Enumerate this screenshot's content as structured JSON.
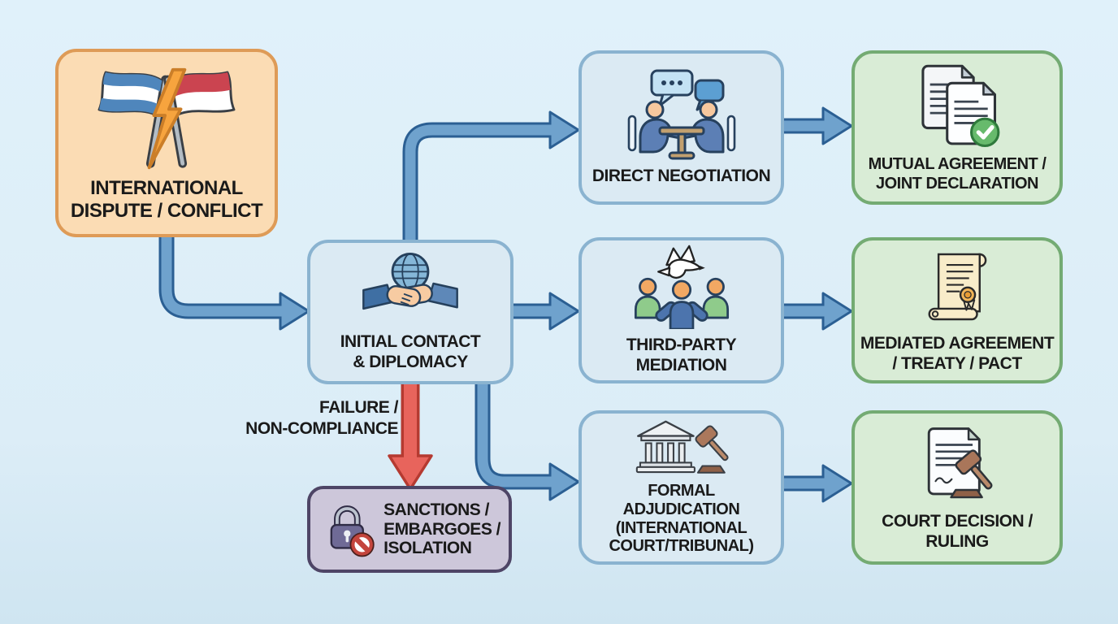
{
  "diagram_type": "flowchart",
  "colors": {
    "background": "#DCEDF7",
    "arrow_blue_fill": "#6FA2CD",
    "arrow_blue_outline": "#2B5F93",
    "arrow_red_fill": "#E8645C",
    "arrow_red_outline": "#B53A31",
    "dispute_fill": "#FBDCB4",
    "dispute_border": "#DE9B57",
    "process_fill": "#DBEAF3",
    "process_border": "#8AB3D0",
    "outcome_fill": "#D9ECD6",
    "outcome_border": "#74AB73",
    "sanctions_fill": "#CDC7DA",
    "sanctions_border": "#4E4566",
    "text": "#1A1A1A"
  },
  "nodes": {
    "dispute": {
      "icon": "conflict-flags-icon",
      "lines": [
        "INTERNATIONAL",
        "DISPUTE / CONFLICT"
      ]
    },
    "initial": {
      "icon": "handshake-globe-icon",
      "lines": [
        "INITIAL CONTACT",
        "& DIPLOMACY"
      ]
    },
    "negotiation": {
      "icon": "negotiation-table-icon",
      "lines": [
        "DIRECT NEGOTIATION"
      ]
    },
    "mediation": {
      "icon": "mediation-dove-icon",
      "lines": [
        "THIRD-PARTY",
        "MEDIATION"
      ]
    },
    "adjudication": {
      "icon": "court-building-gavel-icon",
      "lines": [
        "FORMAL",
        "ADJUDICATION",
        "(INTERNATIONAL",
        "COURT/TRIBUNAL)"
      ]
    },
    "mutual": {
      "icon": "documents-check-icon",
      "lines": [
        "MUTUAL AGREEMENT /",
        "JOINT DECLARATION"
      ]
    },
    "mediated": {
      "icon": "treaty-scroll-icon",
      "lines": [
        "MEDIATED AGREEMENT",
        "/ TREATY / PACT"
      ]
    },
    "court": {
      "icon": "ruling-document-gavel-icon",
      "lines": [
        "COURT DECISION /",
        "RULING"
      ]
    },
    "sanctions": {
      "icon": "lock-ban-icon",
      "lines": [
        "SANCTIONS /",
        "EMBARGOES /",
        "ISOLATION"
      ]
    }
  },
  "edge_labels": {
    "failure": {
      "lines": [
        "FAILURE /",
        "NON-COMPLIANCE"
      ]
    }
  },
  "edges": [
    {
      "from": "dispute",
      "to": "initial",
      "style": "blue"
    },
    {
      "from": "initial",
      "to": "negotiation",
      "style": "blue"
    },
    {
      "from": "initial",
      "to": "mediation",
      "style": "blue"
    },
    {
      "from": "initial",
      "to": "adjudication",
      "style": "blue"
    },
    {
      "from": "initial",
      "to": "sanctions",
      "style": "red",
      "label": "FAILURE / NON-COMPLIANCE"
    },
    {
      "from": "negotiation",
      "to": "mutual",
      "style": "blue"
    },
    {
      "from": "mediation",
      "to": "mediated",
      "style": "blue"
    },
    {
      "from": "adjudication",
      "to": "court",
      "style": "blue"
    }
  ]
}
